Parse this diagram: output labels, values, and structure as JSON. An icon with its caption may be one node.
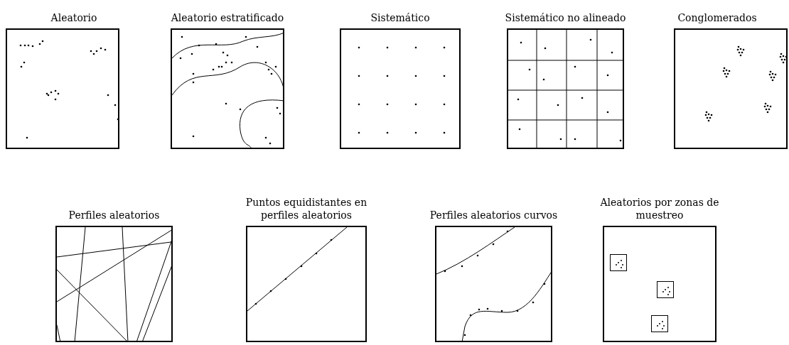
{
  "diagram": {
    "nodes": [
      {
        "text": [
          "Aleatorio"
        ]
      },
      {
        "text": [
          "Aleatorio estratificado"
        ]
      },
      {
        "text": [
          "Sistemático"
        ]
      },
      {
        "text": [
          "Sistemático no alineado"
        ]
      },
      {
        "text": [
          "Conglomerados"
        ]
      },
      {
        "text": [
          "Perfiles aleatorios"
        ]
      },
      {
        "text": [
          "Puntos equidistantes en perfiles aleatorios"
        ]
      },
      {
        "text": [
          "Perfiles aleatorios curvos"
        ]
      },
      {
        "text": [
          "Aleatorios por zonas de muestreo"
        ]
      },
      {
        "text": [],
        "shape": "box",
        "in": 8
      },
      {
        "text": [],
        "shape": "box",
        "in": 8
      },
      {
        "text": [],
        "shape": "box",
        "in": 8
      }
    ]
  }
}
